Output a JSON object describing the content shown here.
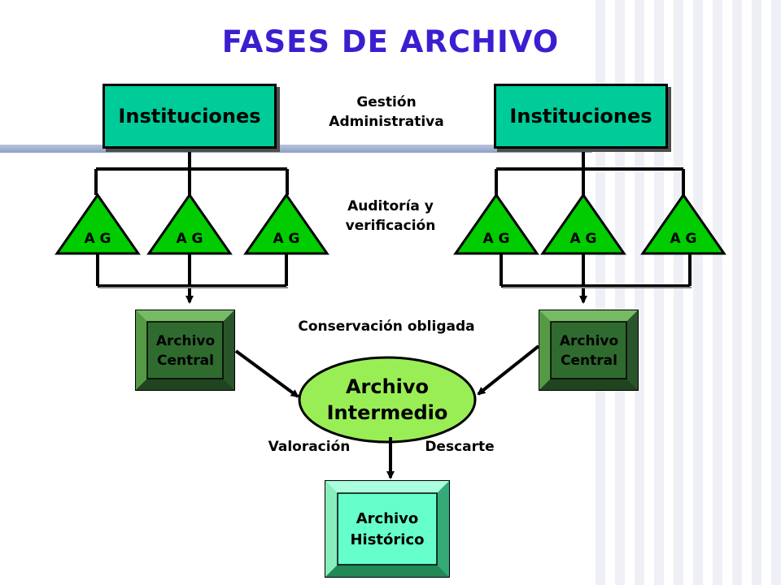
{
  "title": "FASES DE ARCHIVO",
  "institutions": [
    "Instituciones",
    "Instituciones"
  ],
  "labels": {
    "gestion": "Gestión\nAdministrativa",
    "auditoria": "Auditoría y\nverificación",
    "conservacion": "Conservación  obligada",
    "valoracion": "Valoración",
    "descarte": "Descarte"
  },
  "ag_label": "A G",
  "archivo_central": "Archivo\nCentral",
  "archivo_intermedio": "Archivo\nIntermedio",
  "archivo_historico": "Archivo\nHistórico",
  "colors": {
    "title": "#3a1fd1",
    "institution_fill": "#00cc99",
    "triangle_fill": "#00cc00",
    "central_dark": "#336633",
    "central_light": "#66aa55",
    "intermedio_fill": "#99ee55",
    "historico_fill": "#66ffcc"
  }
}
